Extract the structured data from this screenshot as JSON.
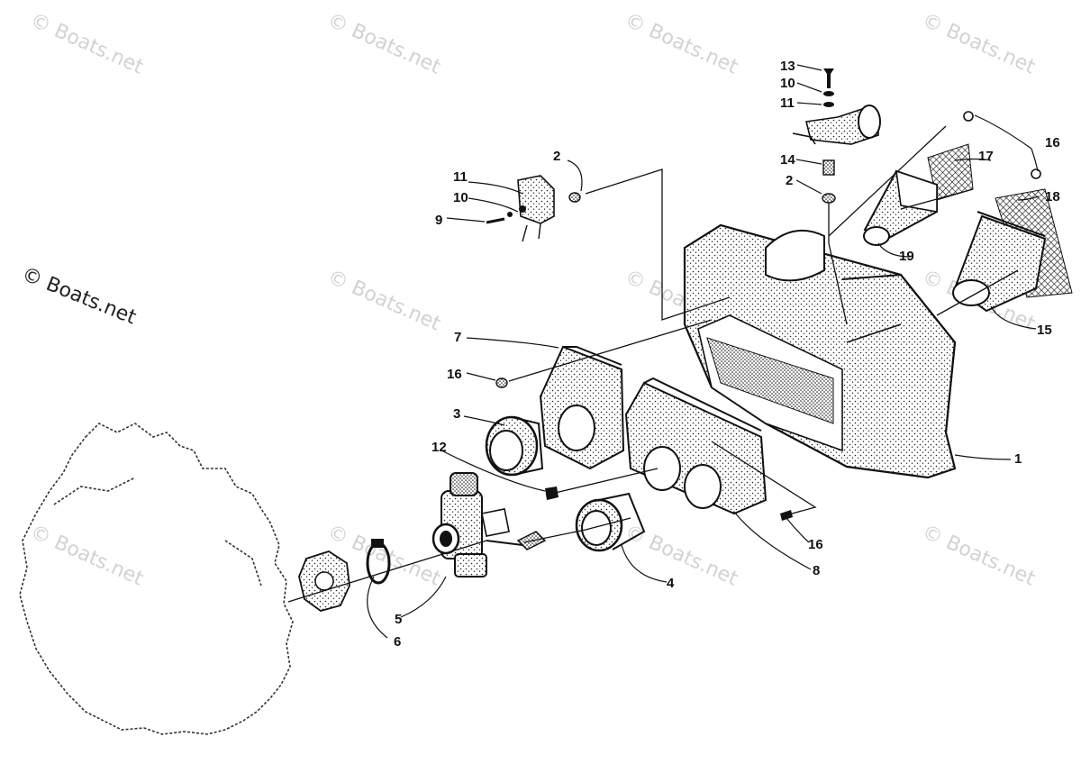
{
  "watermark_text": "© Boats.net",
  "copyright_text": "© Boats.net",
  "callouts": {
    "c1": "1",
    "c2a": "2",
    "c2b": "2",
    "c3": "3",
    "c4": "4",
    "c5": "5",
    "c6": "6",
    "c7": "7",
    "c8": "8",
    "c9": "9",
    "c10a": "10",
    "c10b": "10",
    "c11a": "11",
    "c11b": "11",
    "c12": "12",
    "c13": "13",
    "c14": "14",
    "c15": "15",
    "c16a": "16",
    "c16b": "16",
    "c16c": "16",
    "c17": "17",
    "c18": "18",
    "c19": "19"
  }
}
